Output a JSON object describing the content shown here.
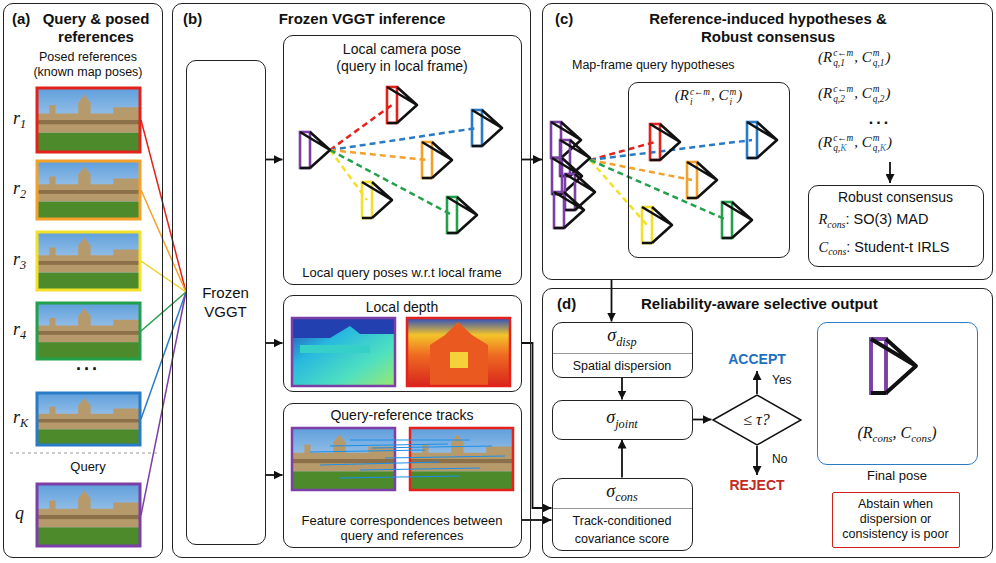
{
  "diagram": {
    "nodes": [
      {
        "text": [
          "(a)",
          "Query & posed references"
        ]
      },
      {
        "text": [
          "(b)",
          "Frozen VGGT inference"
        ]
      },
      {
        "text": [
          "Frozen VGGT"
        ],
        "in": 1
      },
      {
        "text": [
          "Local camera pose (query in local frame)",
          "Local query poses w.r.t local frame"
        ],
        "in": 1
      },
      {
        "text": [
          "Local depth"
        ],
        "in": 1
      },
      {
        "text": [
          "Query-reference tracks",
          "Feature correspondences between query and references"
        ],
        "in": 1
      },
      {
        "text": [
          "(c)",
          "Reference-induced hypotheses & Robust consensus"
        ]
      },
      {
        "text": [
          "(R",
          "c←m",
          "i",
          ", C",
          "m",
          "i",
          ")"
        ],
        "in": 6
      },
      {
        "text": [
          "Robust consensus",
          "R",
          "cons",
          ": SO(3) MAD",
          "C",
          "cons",
          ": Student-t IRLS"
        ],
        "in": 6
      },
      {
        "text": [
          "(d)",
          "Reliability-aware selective output"
        ]
      },
      {
        "text": [
          "σ",
          "disp",
          "Spatial dispersion"
        ],
        "in": 9
      },
      {
        "text": [
          "σ",
          "joint"
        ],
        "in": 9
      },
      {
        "text": [
          "σ",
          "cons",
          "Track-conditioned covariance score"
        ],
        "in": 9
      },
      {
        "text": [
          "≤ τ?"
        ],
        "in": 9
      },
      {
        "text": [
          "(R",
          "cons",
          ", C",
          "cons",
          ")",
          "Final pose"
        ],
        "in": 9
      },
      {
        "text": [
          "Abstain when dispersion or consistency is poor"
        ],
        "in": 9
      }
    ],
    "edges": [
      {
        "from": 2,
        "to": 3,
        "arrow": "to"
      },
      {
        "from": 2,
        "to": 4,
        "arrow": "to"
      },
      {
        "from": 2,
        "to": 5,
        "arrow": "to"
      },
      {
        "from": 3,
        "to": 6,
        "arrow": "to"
      },
      {
        "from": 4,
        "to": 12,
        "arrow": "to"
      },
      {
        "from": 5,
        "to": 12,
        "arrow": "to"
      },
      {
        "from": 6,
        "to": 10,
        "arrow": "to"
      },
      {
        "from": 10,
        "to": 11,
        "arrow": "to"
      },
      {
        "from": 12,
        "to": 11,
        "arrow": "to"
      },
      {
        "from": 11,
        "to": 13,
        "arrow": "to"
      }
    ],
    "labels": [
      "Posed references (known map poses)",
      "r",
      "1",
      "r",
      "2",
      "r",
      "3",
      "r",
      "4",
      "...",
      "r",
      "K",
      "Query",
      "q",
      "Map-frame query hypotheses",
      "(R",
      "c←m",
      "q,1",
      ", C",
      "m",
      "q,1",
      ")",
      "(R",
      "c←m",
      "q,2",
      ", C",
      "m",
      "q,2",
      ")",
      "...",
      "(R",
      "c←m",
      "q,",
      "K",
      ", C",
      "m",
      "q,",
      "K",
      ")",
      "ACCEPT",
      "Yes",
      "REJECT",
      "No"
    ]
  }
}
